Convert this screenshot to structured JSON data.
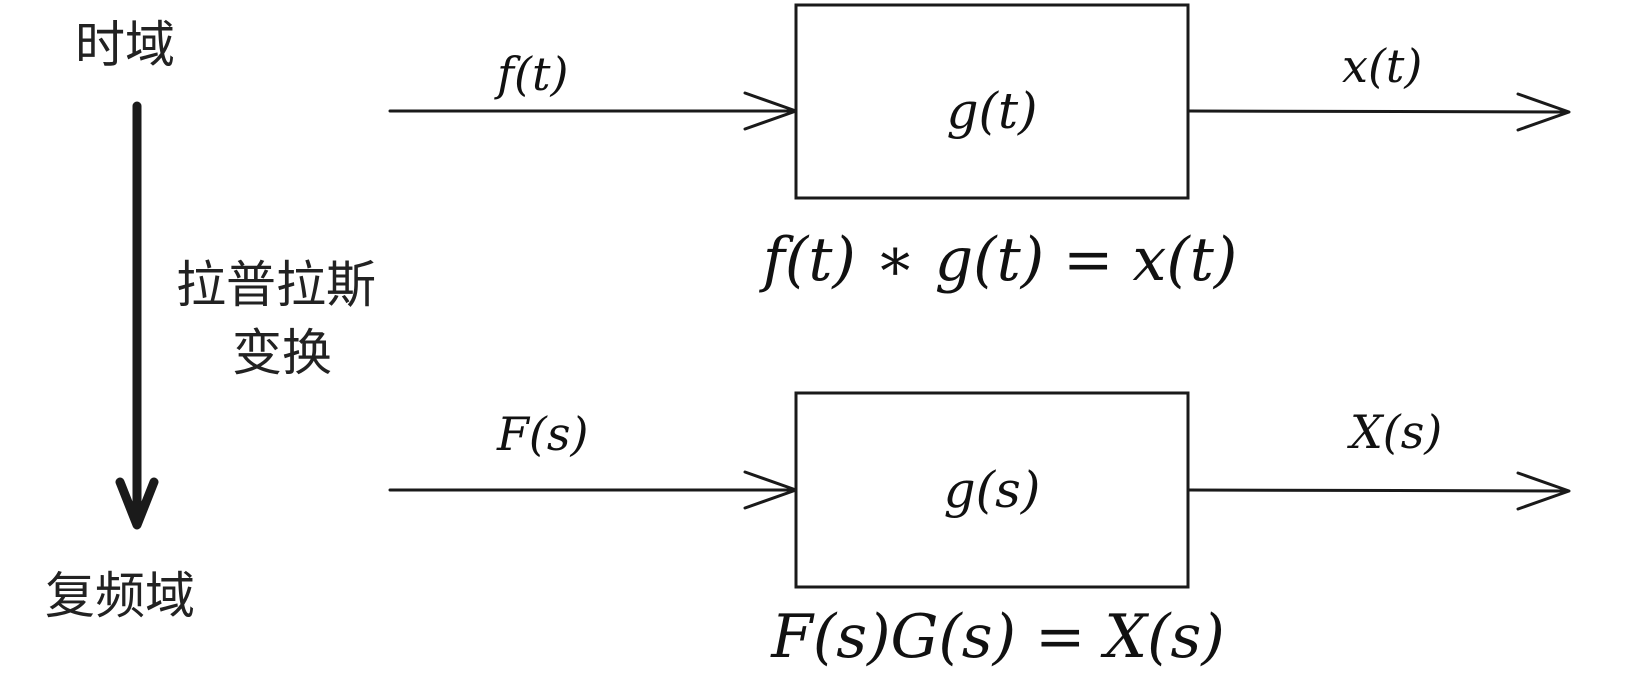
{
  "labels": {
    "time_domain": "时域",
    "transform_line1": "拉普拉斯",
    "transform_line2": "变换",
    "complex_freq_domain": "复频域"
  },
  "time_row": {
    "input": "f(t)",
    "block": "g(t)",
    "output": "x(t)",
    "equation": "f(t) ∗ g(t) = x(t)"
  },
  "freq_row": {
    "input": "F(s)",
    "block": "g(s)",
    "output": "X(s)",
    "equation": "F(s)G(s) = X(s)"
  }
}
